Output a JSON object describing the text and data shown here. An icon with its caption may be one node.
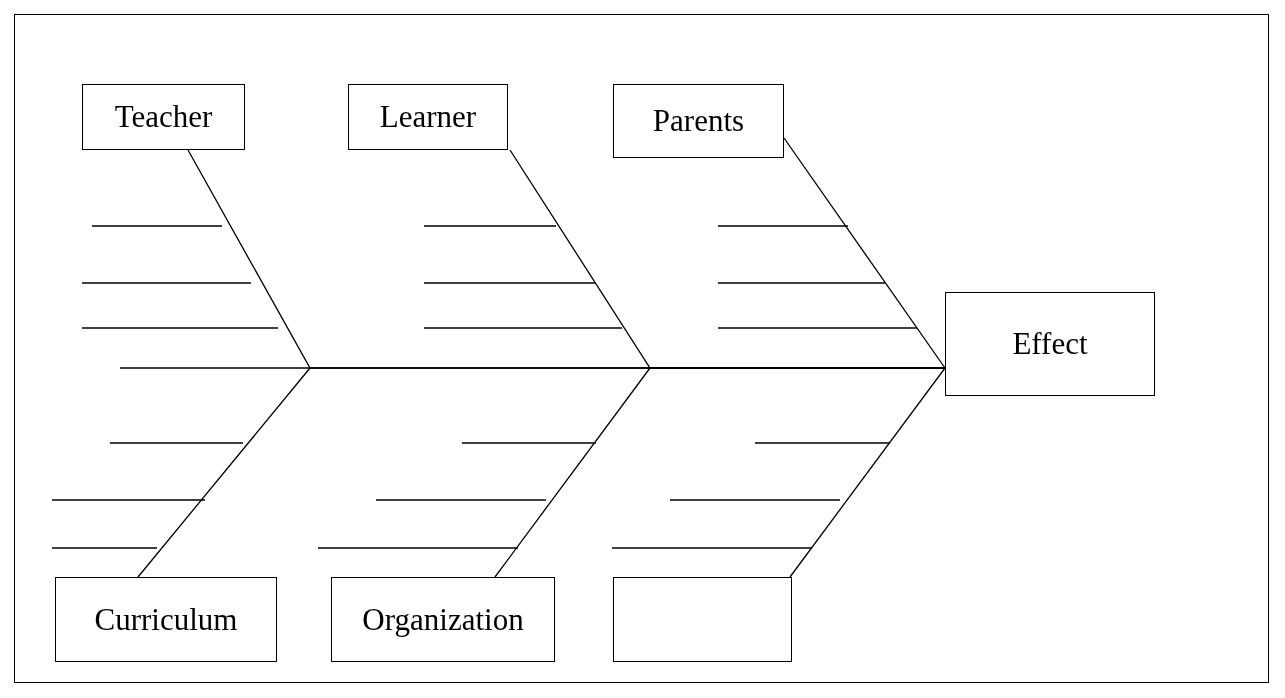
{
  "diagram": {
    "nodes": [
      {
        "text": [
          "Teacher"
        ]
      },
      {
        "text": [
          "Learner"
        ]
      },
      {
        "text": [
          "Parents"
        ]
      },
      {
        "text": [
          "Effect"
        ]
      },
      {
        "text": [
          "Curriculum"
        ]
      },
      {
        "text": [
          "Organization"
        ]
      },
      {
        "text": [],
        "shape": "box"
      }
    ],
    "edges": [
      {
        "from": 0,
        "to": 3,
        "arrow": "none"
      },
      {
        "from": 4,
        "to": 3,
        "arrow": "none"
      },
      {
        "from": 1,
        "to": 3,
        "arrow": "none"
      },
      {
        "from": 5,
        "to": 3,
        "arrow": "none"
      },
      {
        "from": 2,
        "to": 3,
        "arrow": "none"
      },
      {
        "from": 6,
        "to": 3,
        "arrow": "none"
      }
    ]
  }
}
